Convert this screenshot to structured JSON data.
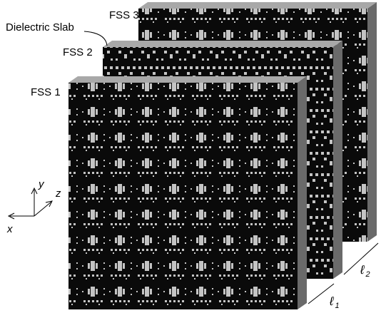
{
  "labels": {
    "fss1": "FSS 1",
    "fss2": "FSS 2",
    "fss3": "FSS 3",
    "dielectric": "Dielectric Slab"
  },
  "axes": {
    "x": "x",
    "y": "y",
    "z": "z"
  },
  "dimensions": {
    "l1_symbol": "ℓ",
    "l1_sub": "1",
    "l2_symbol": "ℓ",
    "l2_sub": "2"
  },
  "colors": {
    "panel": "#0a0a0a",
    "pattern": "#c4c4c4",
    "edge_dark": "#6a6a6a",
    "edge_light": "#a8a8a8"
  }
}
